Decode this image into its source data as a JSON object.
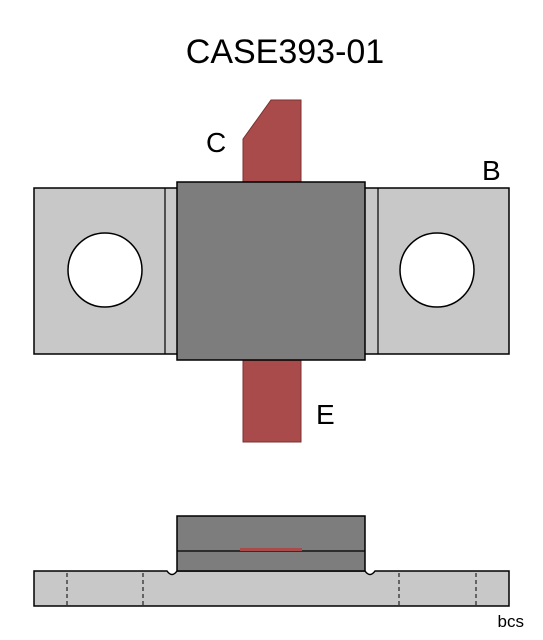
{
  "title": "CASE393-01",
  "labels": {
    "collector": "C",
    "base": "B",
    "emitter": "E",
    "credit": "bcs"
  },
  "colors": {
    "flange": "#c8c8c8",
    "body": "#7d7d7d",
    "lead": "#a94b4b",
    "hole": "#ffffff",
    "outline": "#000000"
  }
}
